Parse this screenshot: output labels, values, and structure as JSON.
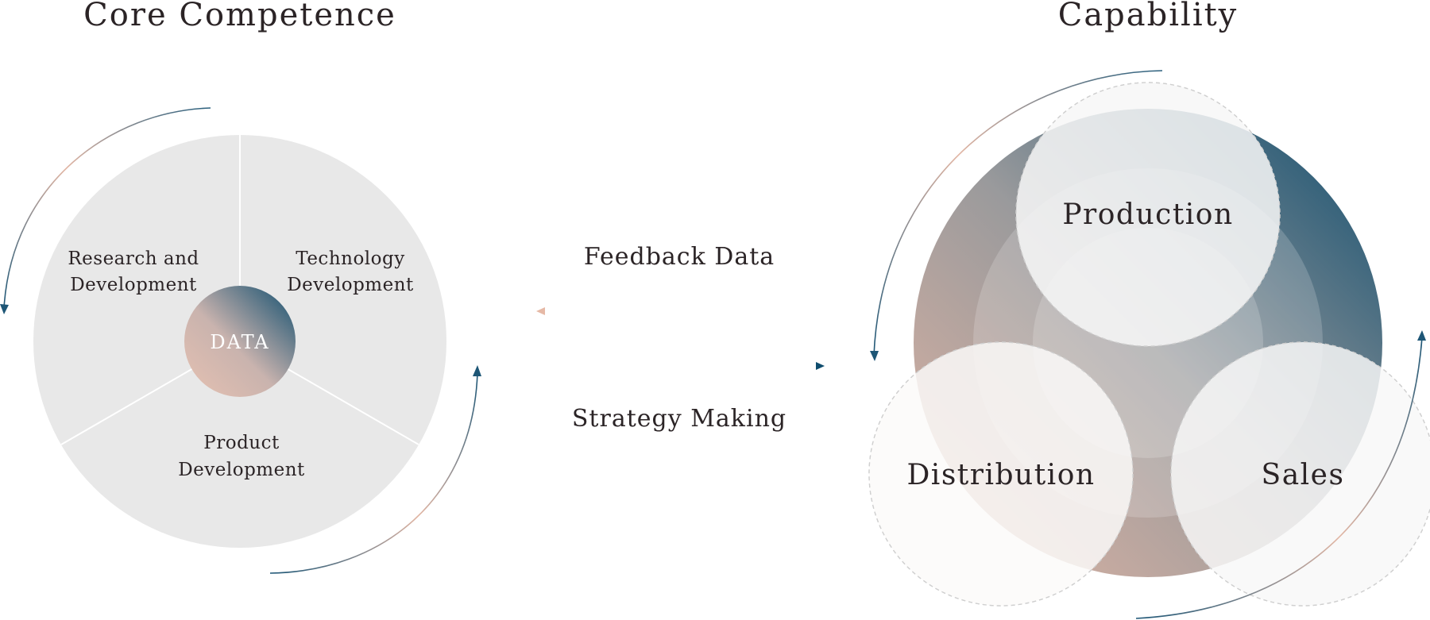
{
  "left_panel": {
    "title": "Core Competence",
    "segments": {
      "top_left": [
        "Research and",
        "Development"
      ],
      "top_right": [
        "Technology",
        "Development"
      ],
      "bottom": [
        "Product",
        "Development"
      ]
    },
    "center_label": "DATA"
  },
  "middle": {
    "feedback_label": "Feedback Data",
    "strategy_label": "Strategy Making"
  },
  "right_panel": {
    "title": "Capability",
    "circles": {
      "top": "Production",
      "bottom_left": "Distribution",
      "bottom_right": "Sales"
    }
  },
  "colors": {
    "navy": "#0f4d6e",
    "blush": "#e2b9a8",
    "panel_gray": "#e8e8e8"
  }
}
